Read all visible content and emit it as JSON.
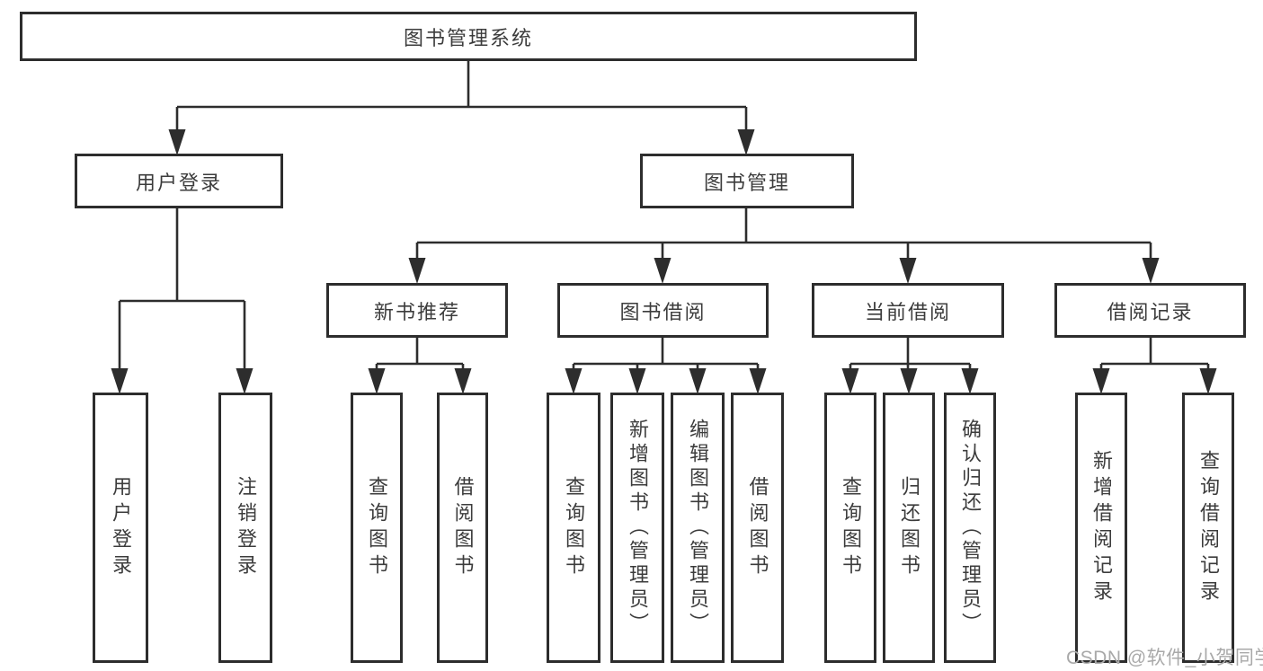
{
  "colors": {
    "line": "#2d2d2d",
    "box_border": "#2d2d2d",
    "text": "#3c3c3c",
    "watermark": "#a9a9a9",
    "background": "#ffffff"
  },
  "watermark": {
    "text": "CSDN @软件_小贺同学"
  },
  "tree": {
    "label": "图书管理系统",
    "children": [
      {
        "label": "用户登录",
        "children": [
          {
            "label": "用户登录"
          },
          {
            "label": "注销登录"
          }
        ]
      },
      {
        "label": "图书管理",
        "children": [
          {
            "label": "新书推荐",
            "children": [
              {
                "label": "查询图书"
              },
              {
                "label": "借阅图书"
              }
            ]
          },
          {
            "label": "图书借阅",
            "children": [
              {
                "label": "查询图书"
              },
              {
                "label": "新增图书（管理员）"
              },
              {
                "label": "编辑图书（管理员）"
              },
              {
                "label": "借阅图书"
              }
            ]
          },
          {
            "label": "当前借阅",
            "children": [
              {
                "label": "查询图书"
              },
              {
                "label": "归还图书"
              },
              {
                "label": "确认归还（管理员）"
              }
            ]
          },
          {
            "label": "借阅记录",
            "children": [
              {
                "label": "新增借阅记录"
              },
              {
                "label": "查询借阅记录"
              }
            ]
          }
        ]
      }
    ]
  }
}
